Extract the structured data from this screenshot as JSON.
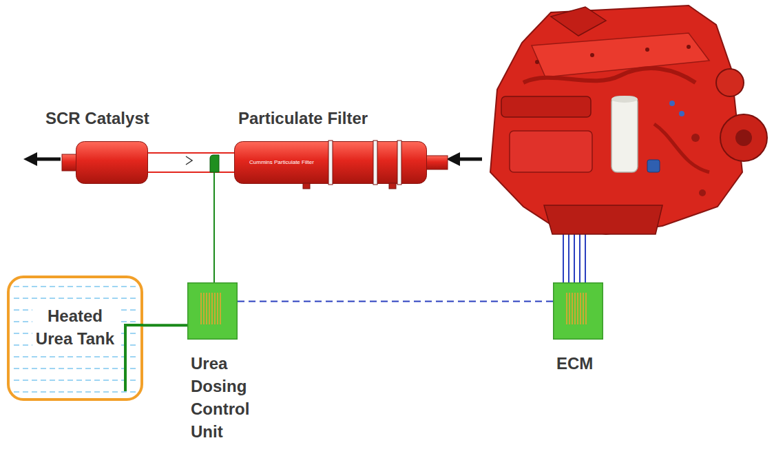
{
  "diagram": {
    "nodes": [
      {
        "text": [
          "SCR Catalyst"
        ]
      },
      {
        "text": [
          "Particulate Filter",
          "Cummins Particulate Filter"
        ]
      },
      {
        "text": [
          "Heated Urea Tank"
        ]
      },
      {
        "text": [
          "Urea Dosing Control Unit"
        ]
      },
      {
        "text": [
          "ECM"
        ]
      }
    ],
    "edges": [
      {
        "from": 1,
        "to": 0,
        "arrow": "none"
      },
      {
        "from": 2,
        "to": 3,
        "arrow": "none"
      },
      {
        "from": 3,
        "to": 4,
        "arrow": "none"
      }
    ]
  }
}
